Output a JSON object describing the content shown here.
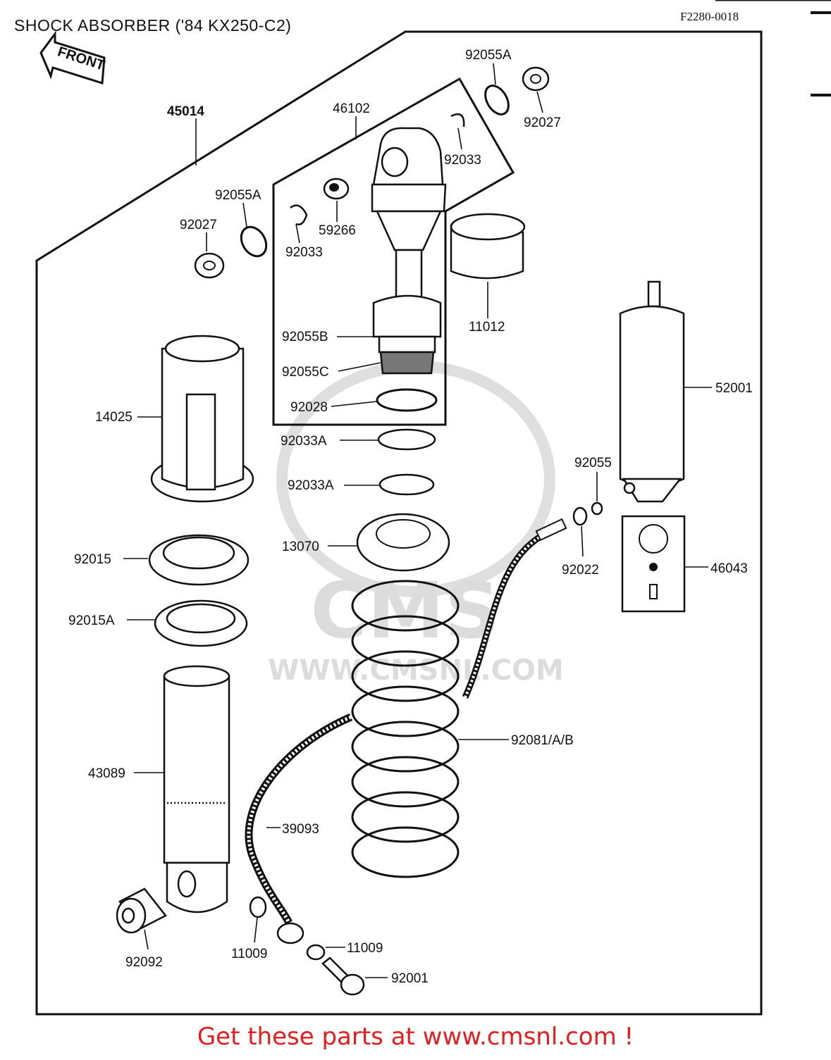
{
  "title": "SHOCK ABSORBER ('84 KX250-C2)",
  "figure_code": "F2280-0018",
  "front_label": "FRONT",
  "watermark": {
    "brand": "CMS",
    "url": "WWW.CMSNL.COM"
  },
  "parts": {
    "p45014": "45014",
    "p46102": "46102",
    "p92055A_top": "92055A",
    "p92027_top": "92027",
    "p92033_top": "92033",
    "p92055A_left": "92055A",
    "p92027_left": "92027",
    "p59266": "59266",
    "p92033_left": "92033",
    "p11012": "11012",
    "p92055B": "92055B",
    "p92055C": "92055C",
    "p92028": "92028",
    "p92033A_1": "92033A",
    "p92033A_2": "92033A",
    "p13070": "13070",
    "p14025": "14025",
    "p92015": "92015",
    "p92015A": "92015A",
    "p52001": "52001",
    "p92055": "92055",
    "p92022": "92022",
    "p46043": "46043",
    "p92081": "92081/A/B",
    "p43089": "43089",
    "p39093": "39093",
    "p11009_a": "11009",
    "p11009_b": "11009",
    "p92092": "92092",
    "p92001": "92001"
  },
  "footer": "Get these parts at www.cmsnl.com !"
}
